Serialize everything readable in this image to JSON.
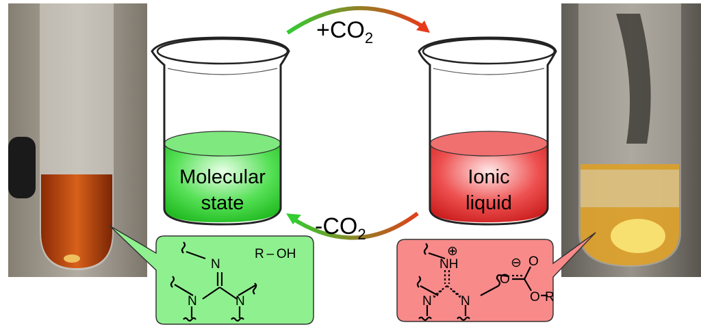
{
  "reaction": {
    "forward_label": "+CO",
    "forward_subscript": "2",
    "reverse_label": "-CO",
    "reverse_subscript": "2"
  },
  "left_beaker": {
    "label_line1": "Molecular",
    "label_line2": "state",
    "color": "#33dd33"
  },
  "right_beaker": {
    "label_line1": "Ionic",
    "label_line2": "liquid",
    "color": "#e83030"
  },
  "left_structure": {
    "atoms": [
      "N",
      "N",
      "N"
    ],
    "alcohol": "R – OH",
    "box_color": "#8ff08f"
  },
  "right_structure": {
    "atoms": [
      "NH",
      "N",
      "N"
    ],
    "plus": "⊕",
    "minus": "⊖",
    "oxygens": [
      "O",
      "O",
      "O"
    ],
    "r_group": "R",
    "box_color": "#f88a8a"
  }
}
